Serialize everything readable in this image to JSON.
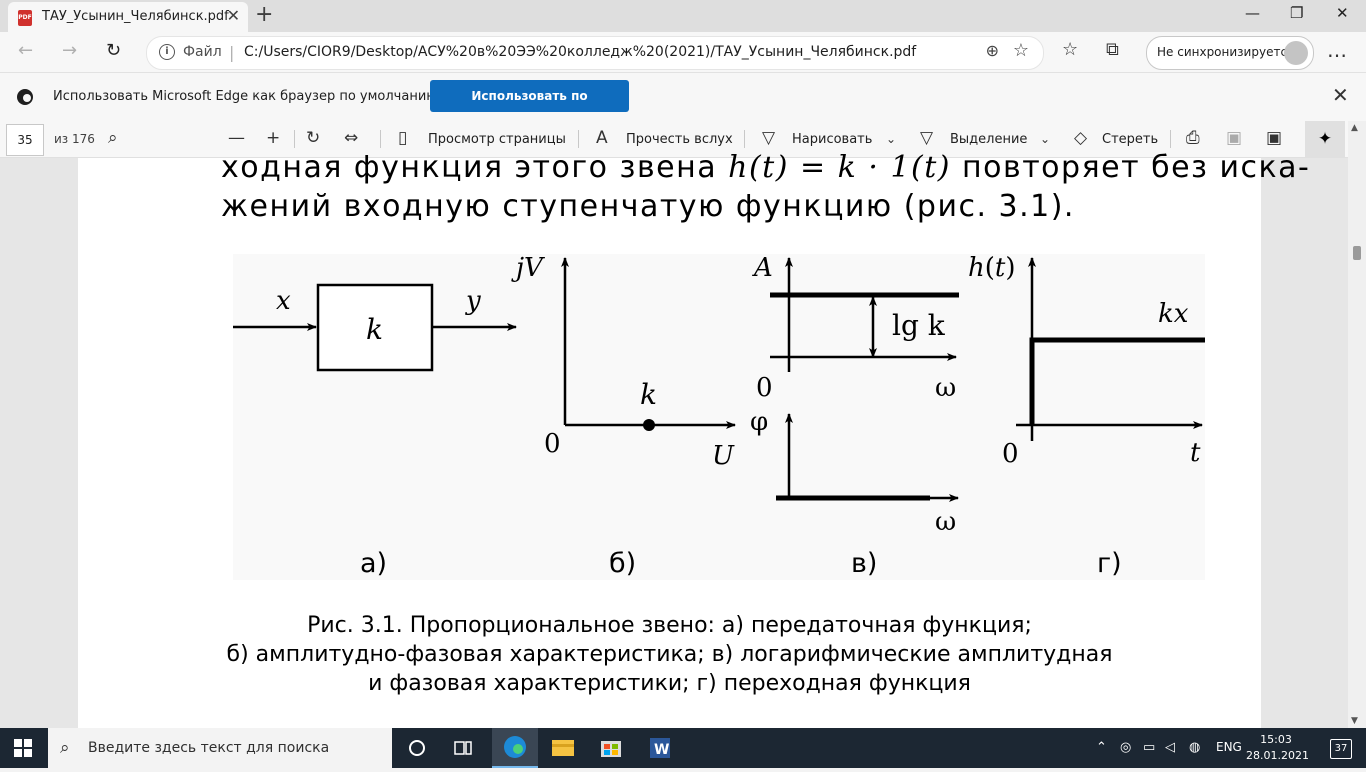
{
  "browser": {
    "tab_title": "ТАУ_Усынин_Челябинск.pdf",
    "tab_close": "✕",
    "new_tab": "+",
    "minimize": "—",
    "restore": "❐",
    "close": "✕",
    "url_scheme": "Файл",
    "url_separator": "|",
    "url": "C:/Users/CIOR9/Desktop/АСУ%20в%20ЭЭ%20колледж%20(2021)/ТАУ_Усынин_Челябинск.pdf",
    "sync_status": "Не синхронизируется",
    "more": "…"
  },
  "infobar": {
    "message": "Использовать Microsoft Edge как браузер по умолчанию?",
    "button": "Использовать по умолчанию"
  },
  "pdf_toolbar": {
    "page": "35",
    "total": "из 176",
    "page_view": "Просмотр страницы",
    "read_aloud": "Прочесть вслух",
    "draw": "Нарисовать",
    "highlight": "Выделение",
    "erase": "Стереть"
  },
  "document": {
    "line1_pre": "ходная функция этого звена",
    "line1_formula": "h(t) = k · 1(t)",
    "line1_post": "повторяет без иска-",
    "line2": "жений входную ступенчатую функцию (рис. 3.1).",
    "figure": {
      "a": {
        "input": "x",
        "output": "y",
        "gain": "k",
        "label": "а)"
      },
      "b": {
        "yaxis": "jV",
        "xaxis": "U",
        "origin": "0",
        "point_label": "k",
        "label": "б)"
      },
      "c": {
        "amp_axis": "A",
        "delta_label": "lg k",
        "origin": "0",
        "omega1": "ω",
        "phase_axis": "φ",
        "omega2": "ω",
        "label": "в)"
      },
      "d": {
        "yaxis": "h(t)",
        "level_label": "kx",
        "origin": "0",
        "xaxis": "t",
        "label": "г)"
      }
    },
    "caption": [
      "Рис. 3.1. Пропорциональное звено: а) передаточная функция;",
      "б) амплитудно-фазовая характеристика; в) логарифмические амплитудная",
      "и фазовая характеристики; г) переходная функция"
    ]
  },
  "taskbar": {
    "search_placeholder": "Введите здесь текст для поиска",
    "language": "ENG",
    "time": "15:03",
    "date": "28.01.2021",
    "notifications": "37"
  }
}
